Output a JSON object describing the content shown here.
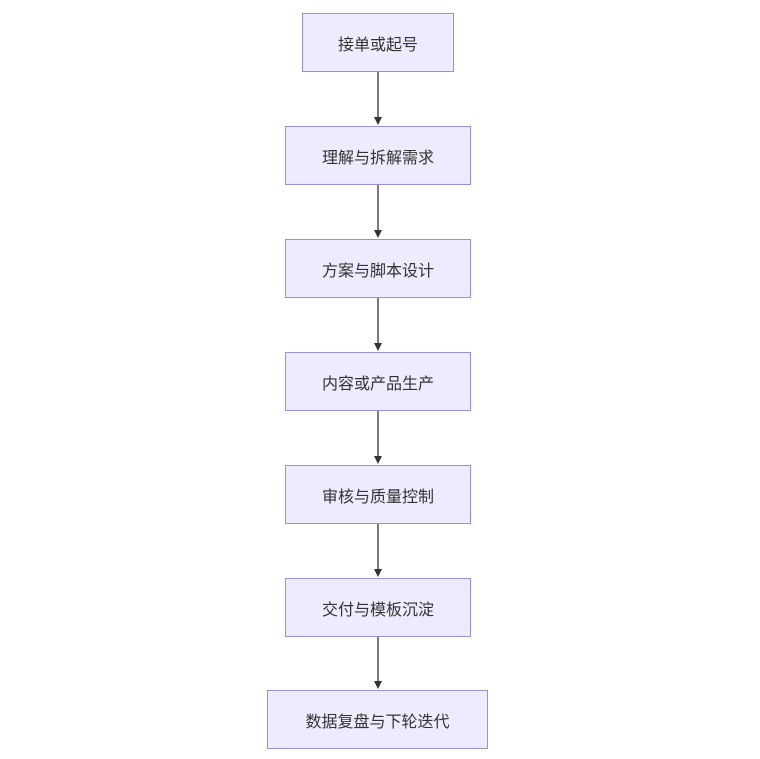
{
  "flowchart": {
    "steps": [
      {
        "label": "接单或起号"
      },
      {
        "label": "理解与拆解需求"
      },
      {
        "label": "方案与脚本设计"
      },
      {
        "label": "内容或产品生产"
      },
      {
        "label": "审核与质量控制"
      },
      {
        "label": "交付与模板沉淀"
      },
      {
        "label": "数据复盘与下轮迭代"
      }
    ],
    "colors": {
      "node_fill": "#ececfe",
      "node_border": "#9b8fd9",
      "arrow": "#333333",
      "text": "#333333"
    }
  }
}
